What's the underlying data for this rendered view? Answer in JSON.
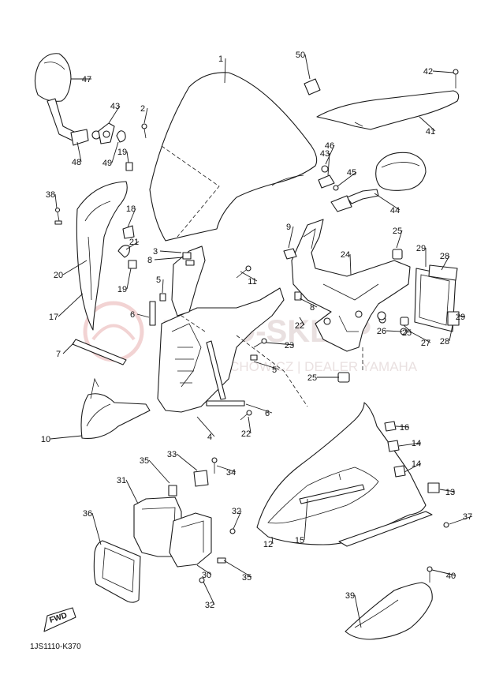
{
  "diagram": {
    "code": "1JS1110-K370",
    "fwd_label": "FWD",
    "watermark": {
      "brand": "MOTO-SKLEP",
      "sub": "WOJCIECHOWICZ | DEALER YAMAHA"
    },
    "callouts": [
      "1",
      "2",
      "3",
      "4",
      "5",
      "5",
      "6",
      "6",
      "7",
      "8",
      "8",
      "9",
      "10",
      "11",
      "12",
      "13",
      "14",
      "14",
      "15",
      "16",
      "17",
      "18",
      "19",
      "19",
      "20",
      "21",
      "22",
      "22",
      "23",
      "24",
      "25",
      "25",
      "25",
      "26",
      "27",
      "28",
      "28",
      "29",
      "29",
      "30",
      "31",
      "32",
      "32",
      "33",
      "34",
      "35",
      "35",
      "36",
      "37",
      "38",
      "39",
      "40",
      "41",
      "42",
      "43",
      "43",
      "44",
      "45",
      "46",
      "47",
      "48",
      "49",
      "50"
    ]
  }
}
